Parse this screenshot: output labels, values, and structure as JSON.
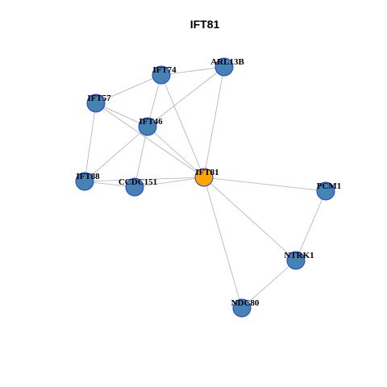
{
  "title": "IFT81",
  "colors": {
    "node_fill": "#4682b4",
    "node_stroke": "#1f3fd6",
    "hub_fill": "#ffa500",
    "hub_stroke": "#1f3fd6",
    "edge": "#b0b0b0"
  },
  "nodes": [
    {
      "id": "IFT81",
      "label": "IFT81",
      "hub": true
    },
    {
      "id": "IFT74",
      "label": "IFT74"
    },
    {
      "id": "ARL13B",
      "label": "ARL13B"
    },
    {
      "id": "IFT57",
      "label": "IFT57"
    },
    {
      "id": "IFT46",
      "label": "IFT46"
    },
    {
      "id": "IFT88",
      "label": "IFT88"
    },
    {
      "id": "CCDC151",
      "label": "CCDC151"
    },
    {
      "id": "PCM1",
      "label": "PCM1"
    },
    {
      "id": "NTRK1",
      "label": "NTRK1"
    },
    {
      "id": "NDC80",
      "label": "NDC80"
    }
  ],
  "edges": [
    [
      "IFT74",
      "ARL13B"
    ],
    [
      "IFT74",
      "IFT46"
    ],
    [
      "IFT74",
      "IFT57"
    ],
    [
      "IFT74",
      "IFT81"
    ],
    [
      "ARL13B",
      "IFT46"
    ],
    [
      "ARL13B",
      "IFT81"
    ],
    [
      "IFT57",
      "IFT46"
    ],
    [
      "IFT57",
      "IFT88"
    ],
    [
      "IFT57",
      "IFT81"
    ],
    [
      "IFT46",
      "IFT88"
    ],
    [
      "IFT46",
      "CCDC151"
    ],
    [
      "IFT46",
      "IFT81"
    ],
    [
      "IFT88",
      "CCDC151"
    ],
    [
      "IFT88",
      "IFT81"
    ],
    [
      "CCDC151",
      "IFT81"
    ],
    [
      "IFT81",
      "PCM1"
    ],
    [
      "IFT81",
      "NTRK1"
    ],
    [
      "IFT81",
      "NDC80"
    ],
    [
      "PCM1",
      "NTRK1"
    ],
    [
      "NTRK1",
      "NDC80"
    ]
  ]
}
